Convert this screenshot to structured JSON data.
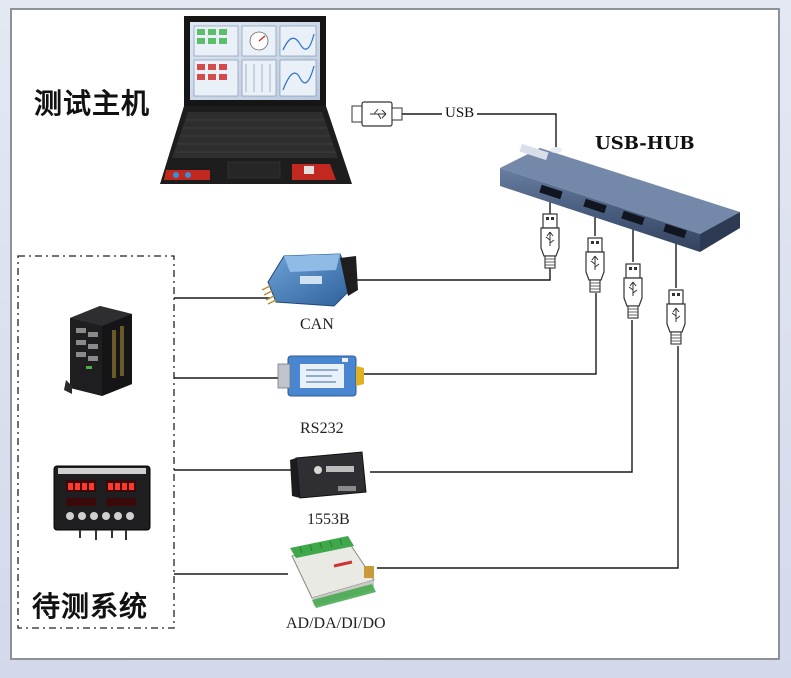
{
  "labels": {
    "host": "测试主机",
    "system_under_test": "待测系统",
    "hub": "USB-HUB",
    "usb": "USB"
  },
  "devices": [
    {
      "label": "CAN"
    },
    {
      "label": "RS232"
    },
    {
      "label": "1553B"
    },
    {
      "label": "AD/DA/DI/DO"
    }
  ],
  "colors": {
    "hub_body": "#4a5e80",
    "wire": "#1a1a1a",
    "can_adapter": "#3f78b6",
    "rs232_adapter": "#4a86d0",
    "m1553_box": "#2f2f33",
    "io_module": "#e9eae4",
    "io_terminal": "#3fa84a"
  }
}
